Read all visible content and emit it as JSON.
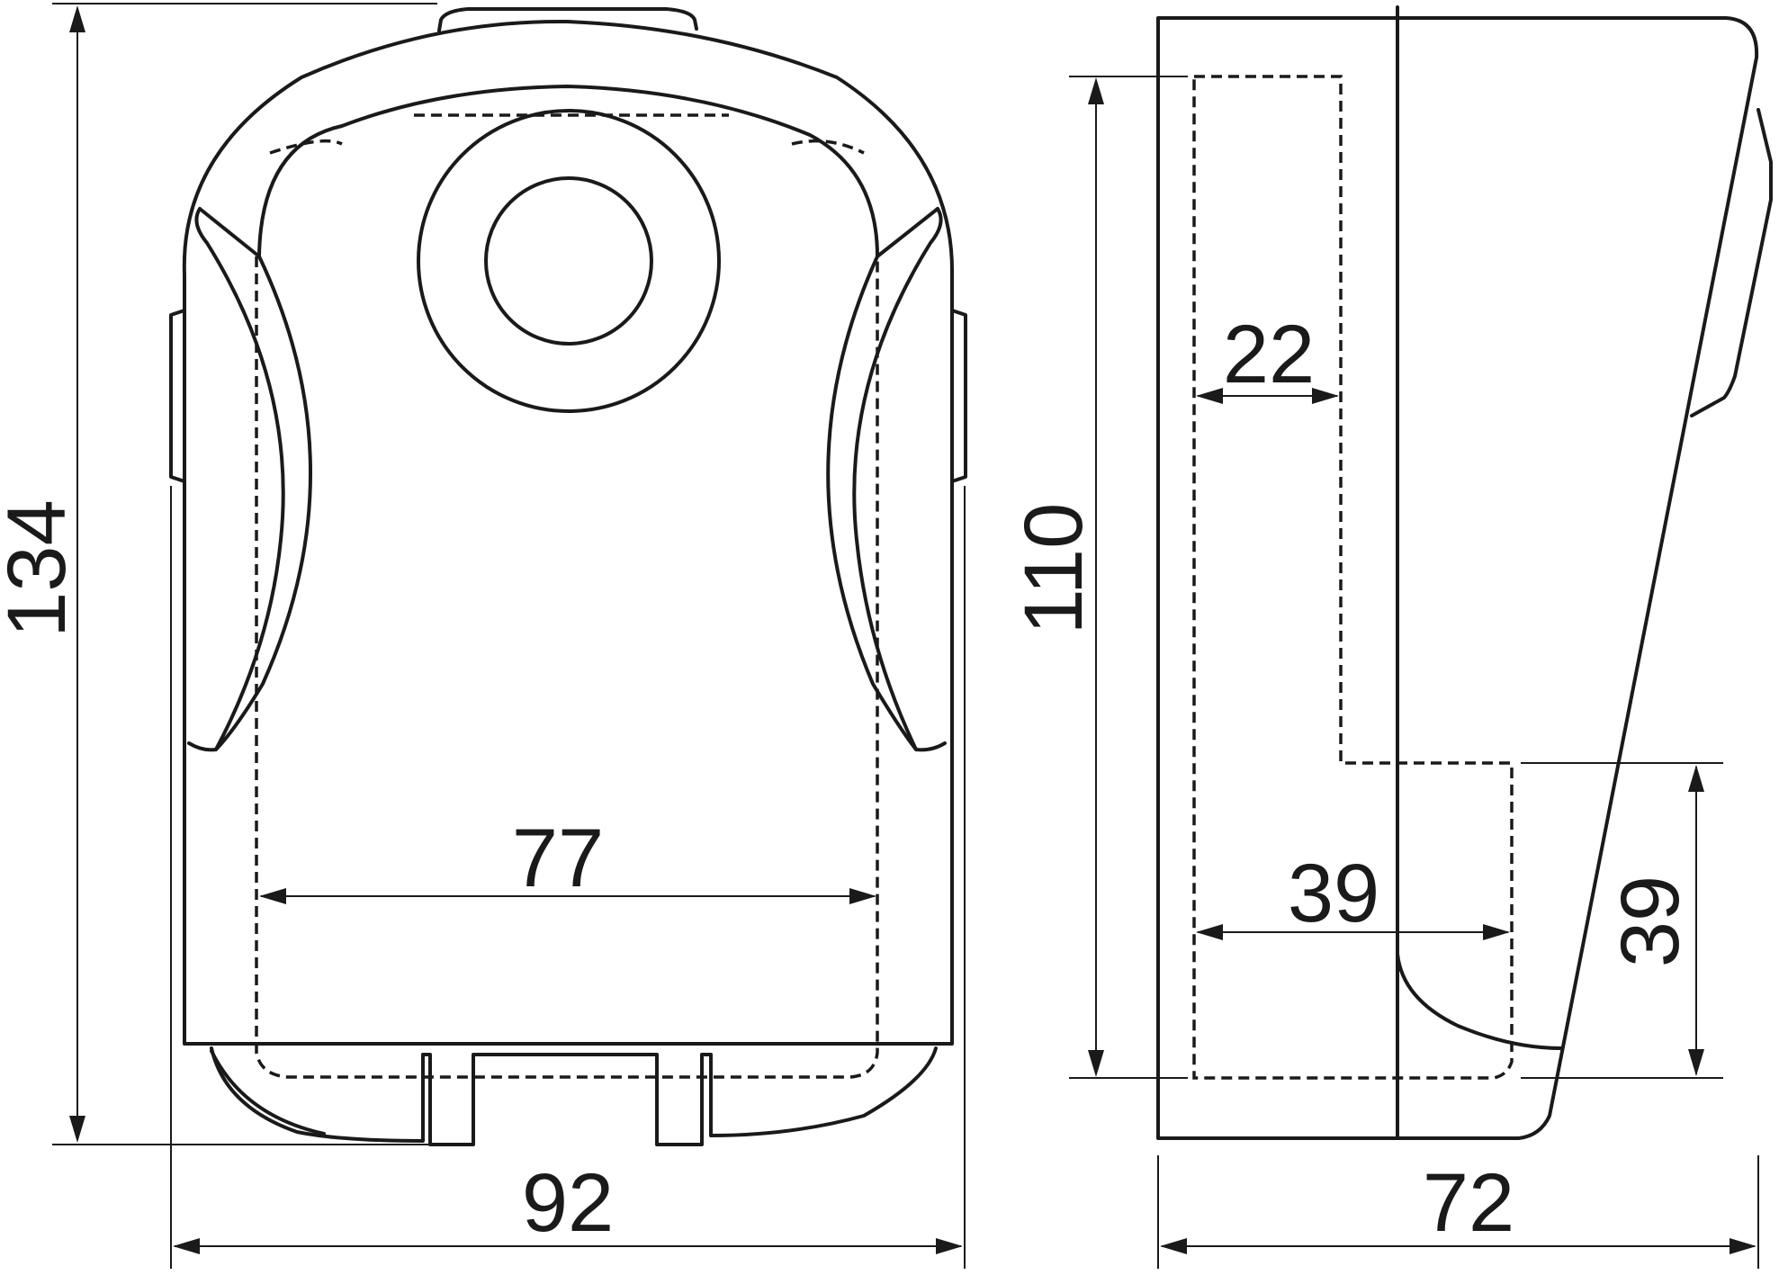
{
  "colors": {
    "line": "#1a1a1a",
    "background": "#ffffff"
  },
  "dimensions": {
    "overall_height": "134",
    "overall_width": "92",
    "inner_width": "77",
    "cavity_height": "110",
    "side_depth": "72",
    "slot_width": "22",
    "step_width": "39",
    "step_height": "39"
  }
}
